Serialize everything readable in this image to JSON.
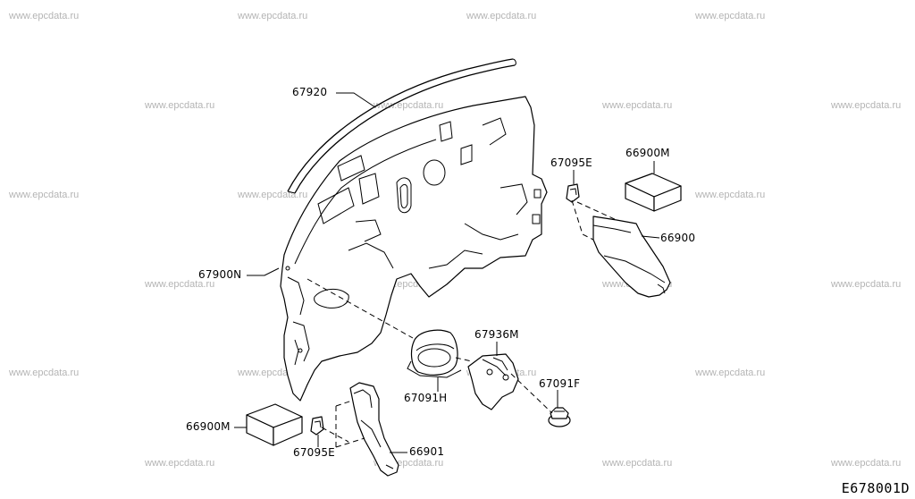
{
  "watermark": "www.epcdata.ru",
  "part_labels": {
    "p67920": "67920",
    "p67900N": "67900N",
    "p67095E_top": "67095E",
    "p66900M_top": "66900M",
    "p66900": "66900",
    "p67936M": "67936M",
    "p67091H": "67091H",
    "p67091F": "67091F",
    "p66900M_bottom": "66900M",
    "p67095E_bottom": "67095E",
    "p66901": "66901"
  },
  "diagram_code": "E678001D"
}
